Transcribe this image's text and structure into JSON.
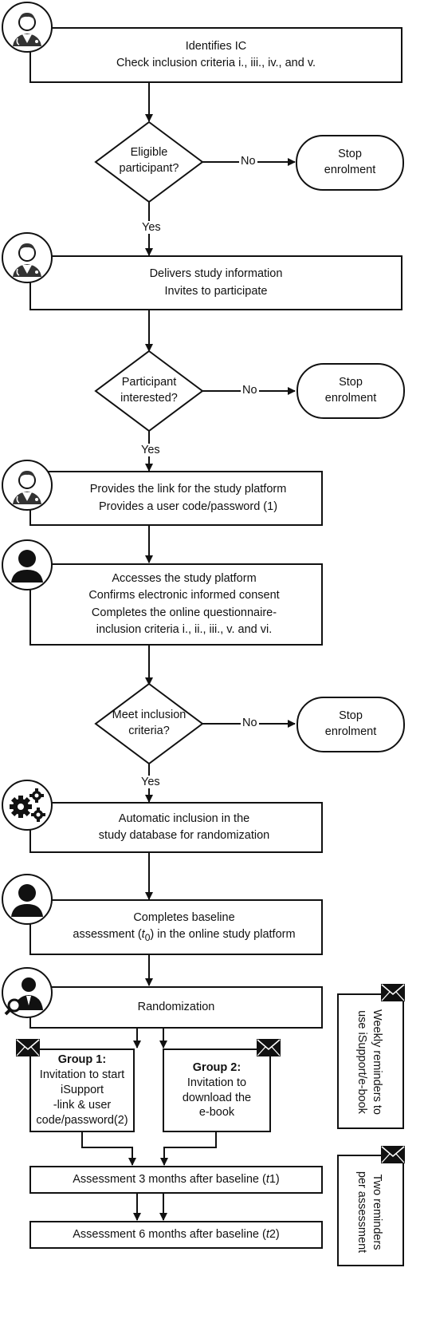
{
  "flow": {
    "step1": {
      "line1": "Identifies IC",
      "line2": "Check inclusion criteria i., iii., iv., and v."
    },
    "decision1": {
      "line1": "Eligible",
      "line2": "participant?"
    },
    "step2": {
      "line1": "Delivers study information",
      "line2": "Invites to participate"
    },
    "decision2": {
      "line1": "Participant",
      "line2": "interested?"
    },
    "step3": {
      "line1": "Provides the link for the study platform",
      "line2": "Provides a user code/password (1)"
    },
    "step4": {
      "line1": "Accesses the study platform",
      "line2": "Confirms electronic informed consent",
      "line3": "Completes the online questionnaire-",
      "line4": "inclusion criteria i., ii., iii., v. and vi."
    },
    "decision3": {
      "line1": "Meet inclusion",
      "line2": "criteria?"
    },
    "step5": {
      "line1": "Automatic inclusion in the",
      "line2": "study database for randomization"
    },
    "step6": {
      "line1": "Completes baseline",
      "line2a": "assessment (",
      "t0_var": "t",
      "t0_sub": "0",
      "line2b": ") in the online study platform"
    },
    "randomization": "Randomization",
    "group1": {
      "title": "Group 1:",
      "line1": "Invitation to start",
      "line2": "iSupport",
      "line3": "-link & user",
      "line4": "code/password(2)"
    },
    "group2": {
      "title": "Group 2:",
      "line1": "Invitation to",
      "line2": "download the",
      "line3": "e-book"
    },
    "assess1": {
      "text": "Assessment 3 months after baseline (",
      "var": "t",
      "num": "1",
      "close": ")"
    },
    "assess2": {
      "text": "Assessment 6 months after baseline (",
      "var": "t",
      "num": "2",
      "close": ")"
    }
  },
  "stops": {
    "line1": "Stop",
    "line2": "enrolment"
  },
  "edge_labels": {
    "yes": "Yes",
    "no": "No"
  },
  "side_notes": {
    "weekly": {
      "line1": "Weekly reminders to",
      "line2": "use iSupport/e-book"
    },
    "two": {
      "line1": "Two reminders",
      "line2": "per assessment"
    }
  },
  "icons": {
    "doctor": "doctor-avatar-icon",
    "person": "person-avatar-icon",
    "gears": "gears-icon",
    "researcher": "researcher-search-icon",
    "envelope": "envelope-icon"
  }
}
